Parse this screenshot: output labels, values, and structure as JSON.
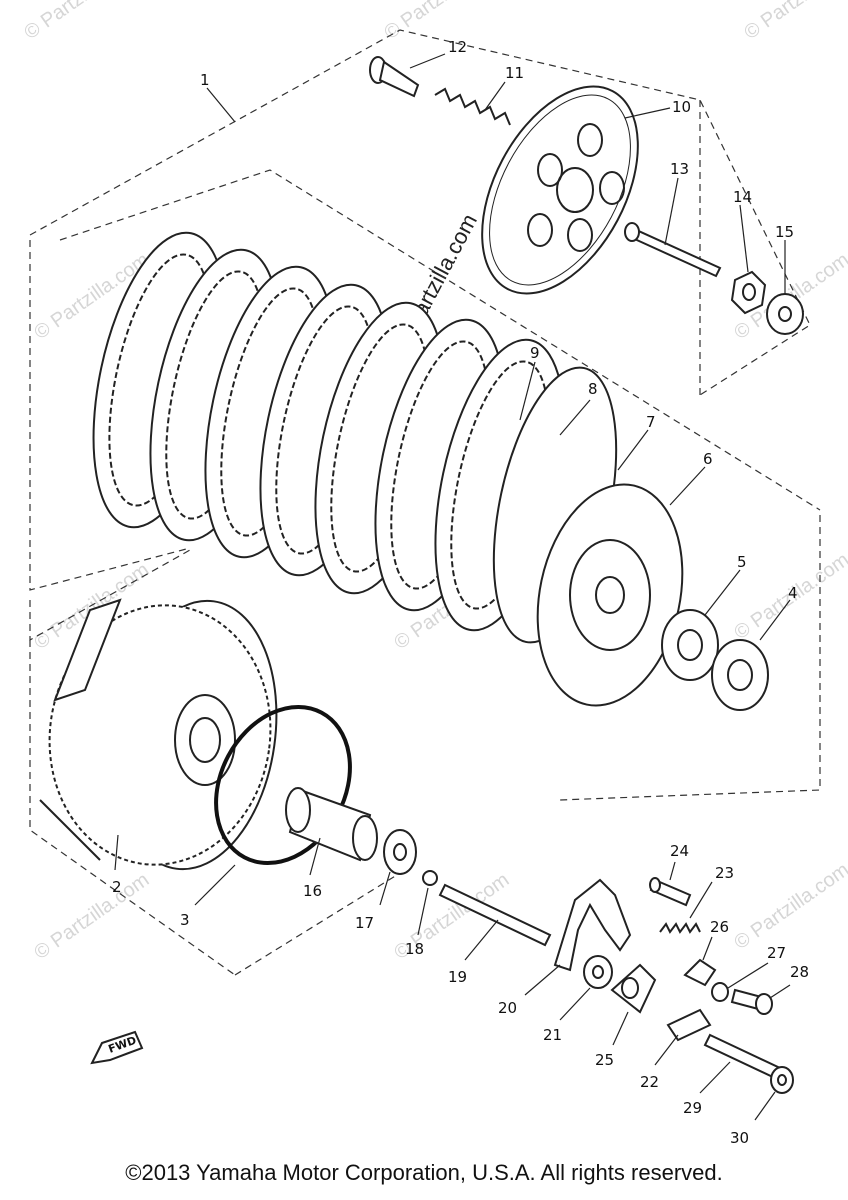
{
  "watermark": "© Partzilla.com",
  "fwd_label": "FWD",
  "copyright": "©2013 Yamaha Motor Corporation, U.S.A. All rights reserved.",
  "callouts": [
    "1",
    "2",
    "3",
    "4",
    "5",
    "6",
    "7",
    "8",
    "9",
    "10",
    "11",
    "12",
    "13",
    "14",
    "15",
    "16",
    "17",
    "18",
    "19",
    "20",
    "21",
    "22",
    "23",
    "24",
    "25",
    "26",
    "27",
    "28",
    "29",
    "30"
  ]
}
